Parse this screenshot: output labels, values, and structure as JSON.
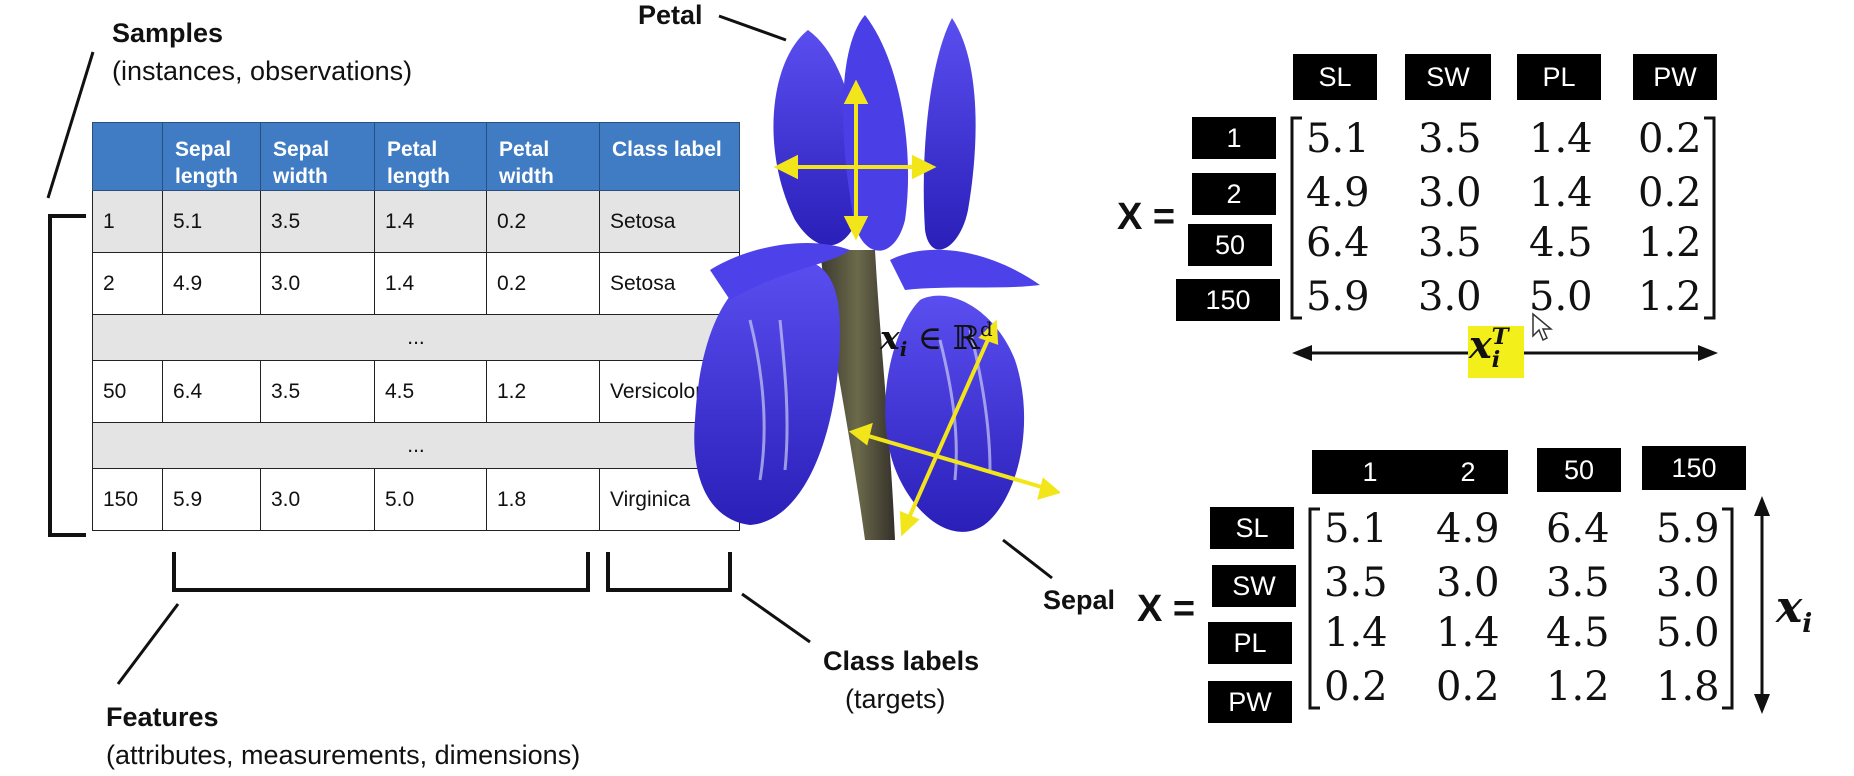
{
  "labels": {
    "samples_title": "Samples",
    "samples_sub": "(instances, observations)",
    "petal": "Petal",
    "sepal": "Sepal",
    "features_title": "Features",
    "features_sub": "(attributes, measurements, dimensions)",
    "class_title": "Class labels",
    "class_sub": "(targets)"
  },
  "table": {
    "headers": [
      "",
      "Sepal length",
      "Sepal width",
      "Petal length",
      "Petal width",
      "Class label"
    ],
    "rows": [
      [
        "1",
        "5.1",
        "3.5",
        "1.4",
        "0.2",
        "Setosa"
      ],
      [
        "2",
        "4.9",
        "3.0",
        "1.4",
        "0.2",
        "Setosa"
      ],
      [
        "...",
        "",
        "",
        "",
        "",
        ""
      ],
      [
        "50",
        "6.4",
        "3.5",
        "4.5",
        "1.2",
        "Versicolor"
      ],
      [
        "...",
        "",
        "",
        "",
        "",
        ""
      ],
      [
        "150",
        "5.9",
        "3.0",
        "5.0",
        "1.8",
        "Virginica"
      ]
    ]
  },
  "flower_label": "x_i ∈ ℝ^d",
  "matrix_top": {
    "x_label": "X =",
    "col_labels": [
      "SL",
      "SW",
      "PL",
      "PW"
    ],
    "row_labels": [
      "1",
      "2",
      "50",
      "150"
    ],
    "values": [
      [
        "5.1",
        "3.5",
        "1.4",
        "0.2"
      ],
      [
        "4.9",
        "3.0",
        "1.4",
        "0.2"
      ],
      [
        "6.4",
        "3.5",
        "4.5",
        "1.2"
      ],
      [
        "5.9",
        "3.0",
        "5.0",
        "1.2"
      ]
    ],
    "arrow_label": "x_i^T",
    "highlight_color": "#f2ef1a"
  },
  "matrix_bottom": {
    "x_label": "X =",
    "col_labels": [
      "1",
      "2",
      "50",
      "150"
    ],
    "row_labels": [
      "SL",
      "SW",
      "PL",
      "PW"
    ],
    "values": [
      [
        "5.1",
        "4.9",
        "6.4",
        "5.9"
      ],
      [
        "3.5",
        "3.0",
        "3.5",
        "3.0"
      ],
      [
        "1.4",
        "1.4",
        "4.5",
        "5.0"
      ],
      [
        "0.2",
        "0.2",
        "1.2",
        "1.8"
      ]
    ],
    "arrow_label": "x_i"
  },
  "colors": {
    "header_blue": "#3f7cc3",
    "row_shade": "#e4e4e4",
    "arrow_yellow": "#f2e61a",
    "petal_purple": "#3f33d6"
  }
}
